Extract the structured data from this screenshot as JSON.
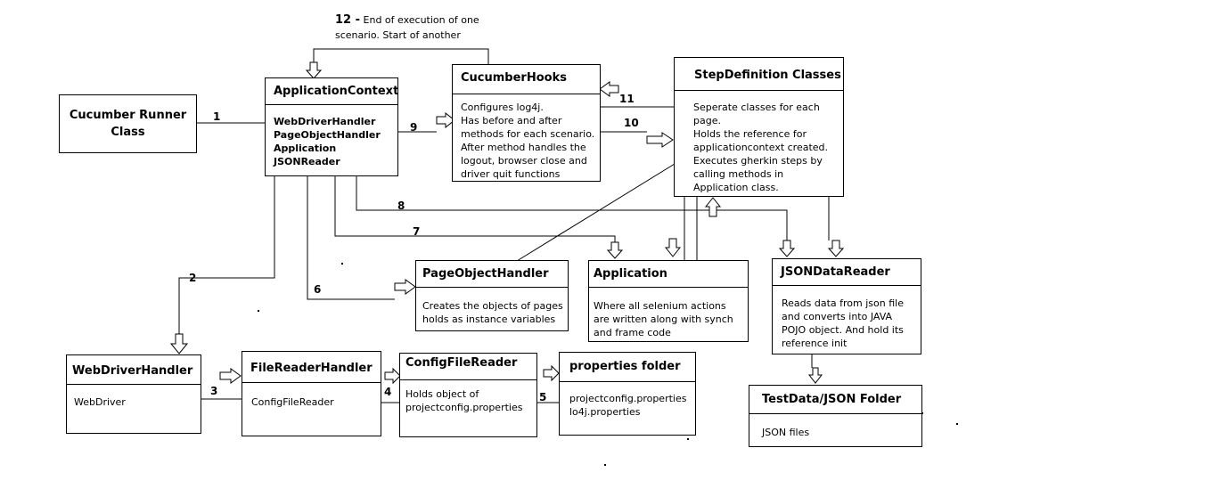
{
  "note": {
    "number": "12 -",
    "line1": "End of execution of one",
    "line2": "scenario. Start of another"
  },
  "boxes": {
    "runner": {
      "title_line1": "Cucumber Runner",
      "title_line2": "Class"
    },
    "app_context": {
      "title": "ApplicationContext",
      "items": [
        "WebDriverHandler",
        "PageObjectHandler",
        "Application",
        "JSONReader"
      ]
    },
    "hooks": {
      "title": "CucumberHooks",
      "lines": [
        "Configures log4j.",
        "Has before and after",
        "methods for each scenario.",
        "After method handles the",
        "logout, browser close and",
        "driver quit functions"
      ]
    },
    "stepdefs": {
      "title": "StepDefinition Classes",
      "lines": [
        "Seperate classes for each",
        "page.",
        "Holds the reference for",
        "applicationcontext created.",
        "Executes gherkin steps by",
        "calling methods in",
        "Application class."
      ]
    },
    "pageobj": {
      "title": "PageObjectHandler",
      "lines": [
        "Creates the objects of pages",
        "holds as instance variables"
      ]
    },
    "application": {
      "title": "Application",
      "lines": [
        "Where all selenium actions",
        "are written along with synch",
        "and frame code"
      ]
    },
    "jsonreader": {
      "title": "JSONDataReader",
      "lines": [
        "Reads data from json file",
        "and converts into JAVA",
        "POJO object. And hold its",
        "reference init"
      ]
    },
    "webdriver": {
      "title": "WebDriverHandler",
      "lines": [
        "WebDriver"
      ]
    },
    "filereader": {
      "title": "FileReaderHandler",
      "lines": [
        "ConfigFileReader"
      ]
    },
    "configreader": {
      "title": "ConfigFileReader",
      "lines": [
        "Holds object of",
        "projectconfig.properties"
      ]
    },
    "properties": {
      "title": "properties folder",
      "lines": [
        "projectconfig.properties",
        "lo4j.properties"
      ]
    },
    "testdata": {
      "title": "TestData/JSON Folder",
      "lines": [
        "JSON files"
      ]
    }
  },
  "edges": {
    "e1": "1",
    "e2": "2",
    "e3": "3",
    "e4": "4",
    "e5": "5",
    "e6": "6",
    "e7": "7",
    "e8": "8",
    "e9": "9",
    "e10": "10",
    "e11": "11"
  }
}
